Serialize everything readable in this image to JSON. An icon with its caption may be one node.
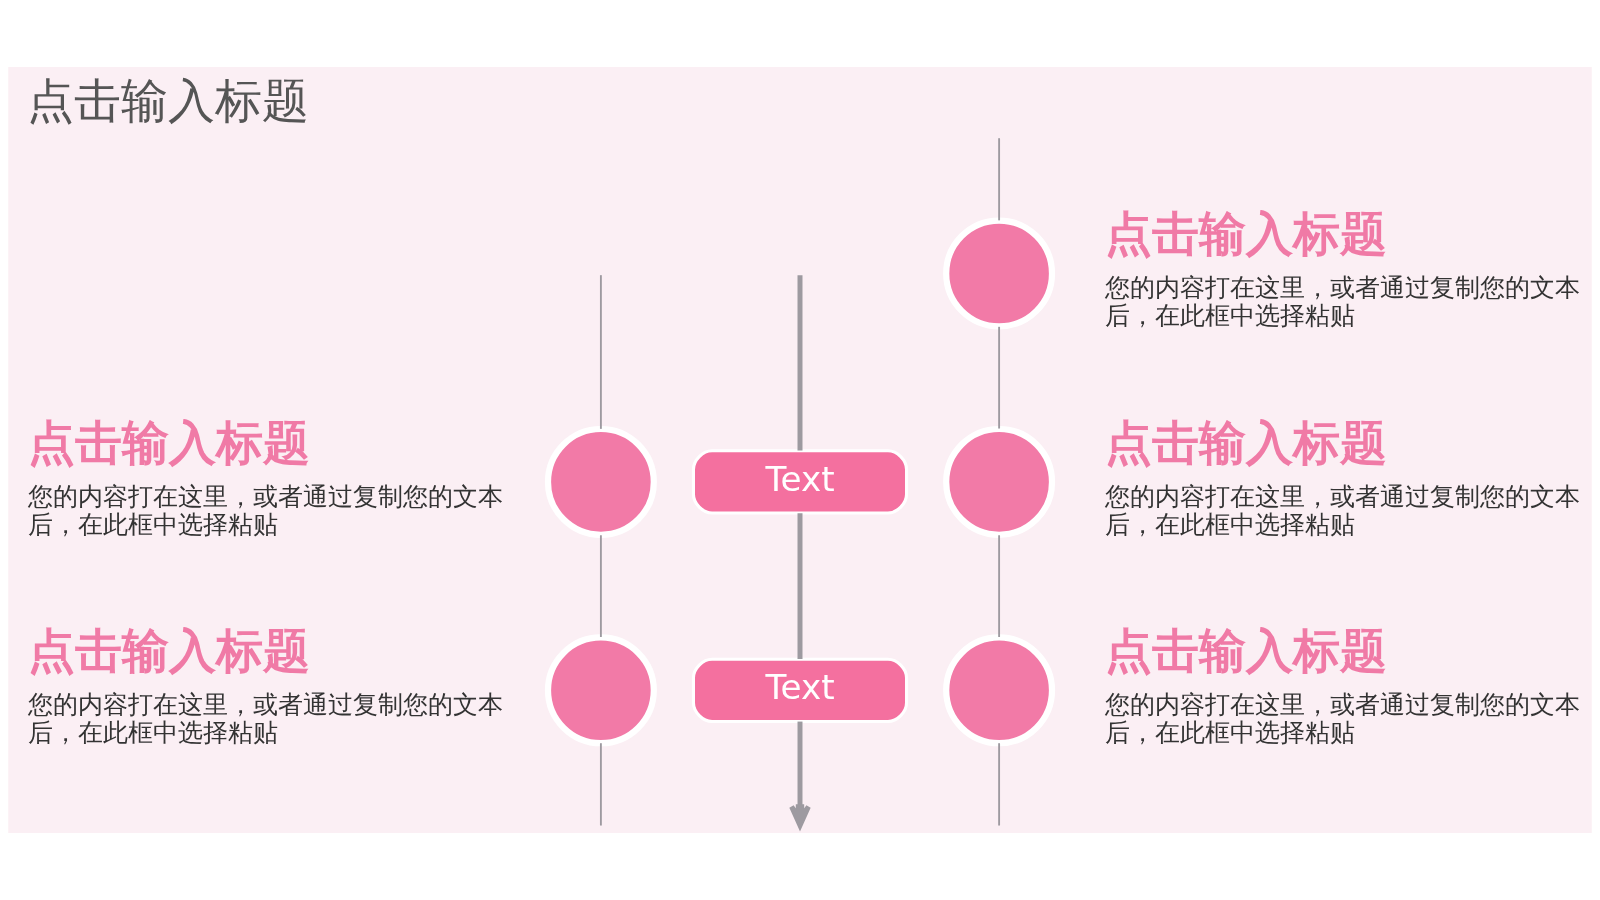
{
  "diagram": {
    "title": "点击输入标题",
    "nodes": [
      {
        "text": [],
        "shape": "circle",
        "beside": [
          "点击输入标题",
          "您的内容打在这里，或者通过复制您的文本后，在此框中选择粘贴"
        ]
      },
      {
        "text": [],
        "shape": "circle",
        "beside": [
          "点击输入标题",
          "您的内容打在这里，或者通过复制您的文本后，在此框中选择粘贴"
        ]
      },
      {
        "text": [
          "Text"
        ]
      },
      {
        "text": [
          "Text"
        ]
      },
      {
        "text": [],
        "shape": "circle",
        "beside": [
          "点击输入标题",
          "您的内容打在这里，或者通过复制您的文本后，在此框中选择粘贴"
        ]
      },
      {
        "text": [],
        "shape": "circle",
        "beside": [
          "点击输入标题",
          "您的内容打在这里，或者通过复制您的文本后，在此框中选择粘贴"
        ]
      },
      {
        "text": [],
        "shape": "circle",
        "beside": [
          "点击输入标题",
          "您的内容打在这里，或者通过复制您的文本后，在此框中选择粘贴"
        ]
      }
    ],
    "edges": [
      {
        "from": null,
        "to": 2,
        "arrow": "none",
        "style": "thick"
      },
      {
        "from": 2,
        "to": 3,
        "arrow": "none",
        "style": "thick"
      },
      {
        "from": 3,
        "to": null,
        "arrow": "to",
        "style": "thick"
      },
      {
        "from": null,
        "to": 0,
        "arrow": "none"
      },
      {
        "from": 0,
        "to": 1,
        "arrow": "none"
      },
      {
        "from": 1,
        "to": null,
        "arrow": "none"
      },
      {
        "from": null,
        "to": 4,
        "arrow": "none"
      },
      {
        "from": 4,
        "to": 5,
        "arrow": "none"
      },
      {
        "from": 5,
        "to": 6,
        "arrow": "none"
      },
      {
        "from": 6,
        "to": null,
        "arrow": "none"
      }
    ]
  }
}
